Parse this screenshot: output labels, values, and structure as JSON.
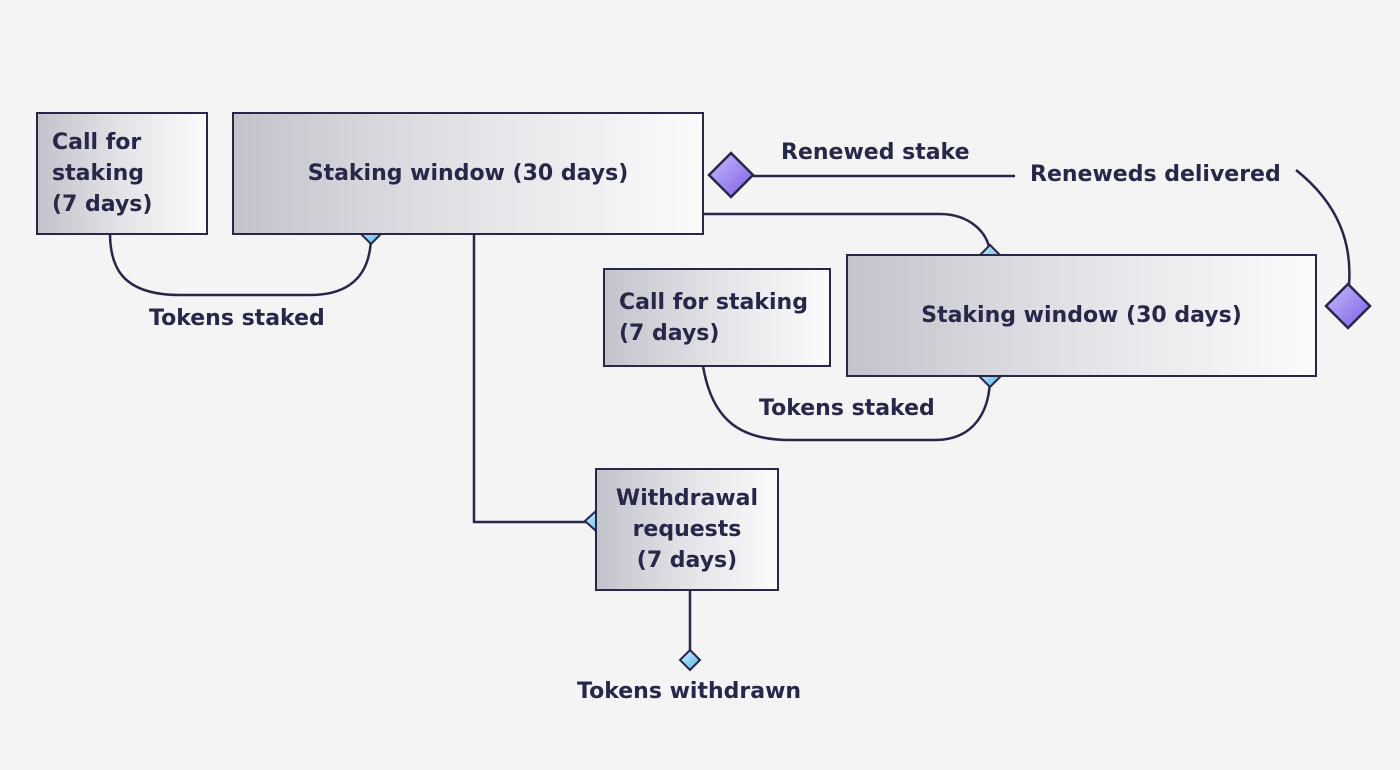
{
  "colors": {
    "background": "#f4f4f5",
    "line": "#27274a",
    "box_gradient_start": "#c3c3cc",
    "box_gradient_end": "#fbfbfc",
    "node_diamond": "#8fd4f5",
    "terminal_diamond": "#9b87f0"
  },
  "boxes": {
    "call1": "Call for\nstaking\n(7 days)",
    "window1": "Staking window (30 days)",
    "call2": "Call for staking\n(7 days)",
    "window2": "Staking window (30 days)",
    "withdrawal": "Withdrawal\nrequests\n(7 days)"
  },
  "labels": {
    "tokens_staked_1": "Tokens staked",
    "tokens_staked_2": "Tokens staked",
    "renewed_stake": "Renewed stake",
    "reneweds_delivered": "Reneweds delivered",
    "tokens_withdrawn": "Tokens withdrawn"
  }
}
